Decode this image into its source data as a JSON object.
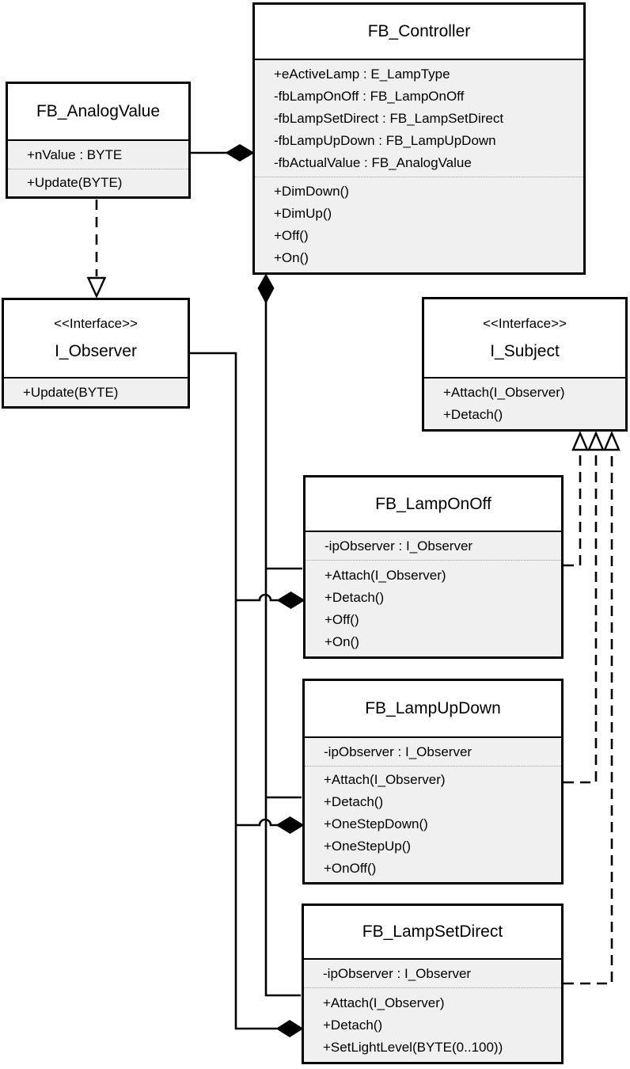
{
  "diagram": {
    "kind": "uml-class-diagram",
    "colors": {
      "background": "#ffffff",
      "box_border": "#000000",
      "title_bg": "#ffffff",
      "section_bg": "#f0f0f0",
      "divider_dotted": "#9a9a9a",
      "text": "#000000"
    }
  },
  "classes": {
    "fb_controller": {
      "name": "FB_Controller",
      "attributes": [
        "+eActiveLamp : E_LampType",
        "-fbLampOnOff : FB_LampOnOff",
        "-fbLampSetDirect : FB_LampSetDirect",
        "-fbLampUpDown : FB_LampUpDown",
        "-fbActualValue : FB_AnalogValue"
      ],
      "methods": [
        "+DimDown()",
        "+DimUp()",
        "+Off()",
        "+On()"
      ]
    },
    "fb_analogvalue": {
      "name": "FB_AnalogValue",
      "attributes": [
        "+nValue : BYTE"
      ],
      "methods": [
        "+Update(BYTE)"
      ]
    },
    "i_observer": {
      "stereotype": "<<Interface>>",
      "name": "I_Observer",
      "methods": [
        "+Update(BYTE)"
      ]
    },
    "i_subject": {
      "stereotype": "<<Interface>>",
      "name": "I_Subject",
      "methods": [
        "+Attach(I_Observer)",
        "+Detach()"
      ]
    },
    "fb_lamponoff": {
      "name": "FB_LampOnOff",
      "attributes": [
        "-ipObserver : I_Observer"
      ],
      "methods": [
        "+Attach(I_Observer)",
        "+Detach()",
        "+Off()",
        "+On()"
      ]
    },
    "fb_lampupdown": {
      "name": "FB_LampUpDown",
      "attributes": [
        "-ipObserver : I_Observer"
      ],
      "methods": [
        "+Attach(I_Observer)",
        "+Detach()",
        "+OneStepDown()",
        "+OneStepUp()",
        "+OnOff()"
      ]
    },
    "fb_lampsetdirect": {
      "name": "FB_LampSetDirect",
      "attributes": [
        "-ipObserver : I_Observer"
      ],
      "methods": [
        "+Attach(I_Observer)",
        "+Detach()",
        "+SetLightLevel(BYTE(0..100))"
      ]
    }
  },
  "relationships": [
    {
      "type": "composition",
      "whole": "FB_Controller",
      "part": "FB_AnalogValue"
    },
    {
      "type": "realization",
      "from": "FB_AnalogValue",
      "to": "I_Observer"
    },
    {
      "type": "composition",
      "whole": "FB_Controller",
      "part": "FB_LampOnOff"
    },
    {
      "type": "composition",
      "whole": "FB_Controller",
      "part": "FB_LampUpDown"
    },
    {
      "type": "composition",
      "whole": "FB_Controller",
      "part": "FB_LampSetDirect"
    },
    {
      "type": "composition",
      "whole": "FB_LampOnOff",
      "part": "I_Observer"
    },
    {
      "type": "composition",
      "whole": "FB_LampUpDown",
      "part": "I_Observer"
    },
    {
      "type": "composition",
      "whole": "FB_LampSetDirect",
      "part": "I_Observer"
    },
    {
      "type": "realization",
      "from": "FB_LampOnOff",
      "to": "I_Subject"
    },
    {
      "type": "realization",
      "from": "FB_LampUpDown",
      "to": "I_Subject"
    },
    {
      "type": "realization",
      "from": "FB_LampSetDirect",
      "to": "I_Subject"
    }
  ]
}
